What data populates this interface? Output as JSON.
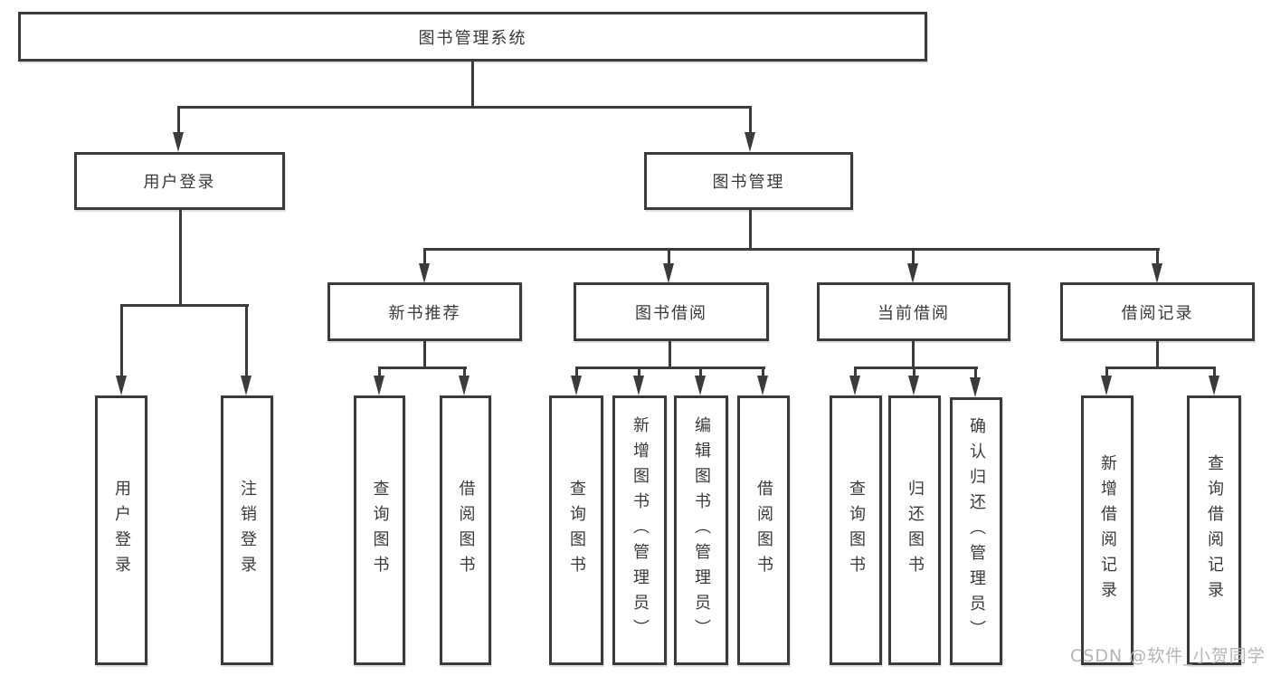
{
  "hierarchy": {
    "label": "图书管理系统",
    "children": [
      {
        "label": "用户登录",
        "children": [
          {
            "label": "用户登录"
          },
          {
            "label": "注销登录"
          }
        ]
      },
      {
        "label": "图书管理",
        "children": [
          {
            "label": "新书推荐",
            "children": [
              {
                "label": "查询图书"
              },
              {
                "label": "借阅图书"
              }
            ]
          },
          {
            "label": "图书借阅",
            "children": [
              {
                "label": "查询图书"
              },
              {
                "label": "新增图书（管理员）"
              },
              {
                "label": "编辑图书（管理员）"
              },
              {
                "label": "借阅图书"
              }
            ]
          },
          {
            "label": "当前借阅",
            "children": [
              {
                "label": "查询图书"
              },
              {
                "label": "归还图书"
              },
              {
                "label": "确认归还（管理员）"
              }
            ]
          },
          {
            "label": "借阅记录",
            "children": [
              {
                "label": "新增借阅记录"
              },
              {
                "label": "查询借阅记录"
              }
            ]
          }
        ]
      }
    ]
  },
  "watermark": "CSDN @软件_小贺同学",
  "colors": {
    "line": "#3b3b3b",
    "text": "#3a3a3a",
    "background": "#ffffff",
    "watermark": "#b5b5b5"
  }
}
